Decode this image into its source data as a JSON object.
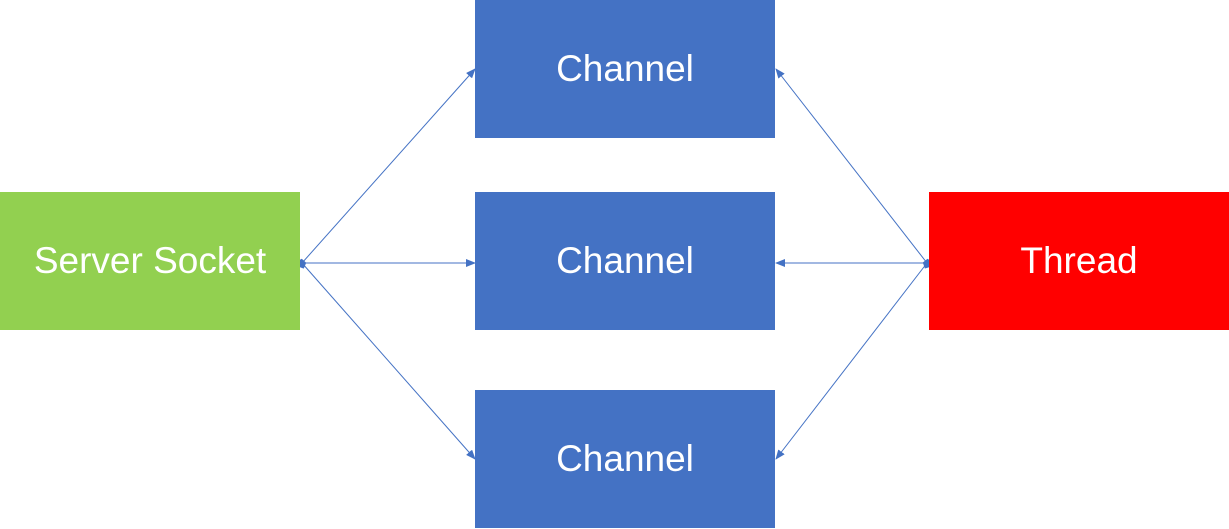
{
  "colors": {
    "server": "#92d050",
    "channel": "#4472c4",
    "thread": "#ff0000",
    "arrow": "#4472c4"
  },
  "nodes": {
    "server": {
      "label": "Server Socket"
    },
    "channel_1": {
      "label": "Channel"
    },
    "channel_2": {
      "label": "Channel"
    },
    "channel_3": {
      "label": "Channel"
    },
    "thread": {
      "label": "Thread"
    }
  },
  "edges": [
    {
      "from": "server",
      "to": "channel_1"
    },
    {
      "from": "server",
      "to": "channel_2"
    },
    {
      "from": "server",
      "to": "channel_3"
    },
    {
      "from": "thread",
      "to": "channel_1"
    },
    {
      "from": "thread",
      "to": "channel_2"
    },
    {
      "from": "thread",
      "to": "channel_3"
    }
  ]
}
